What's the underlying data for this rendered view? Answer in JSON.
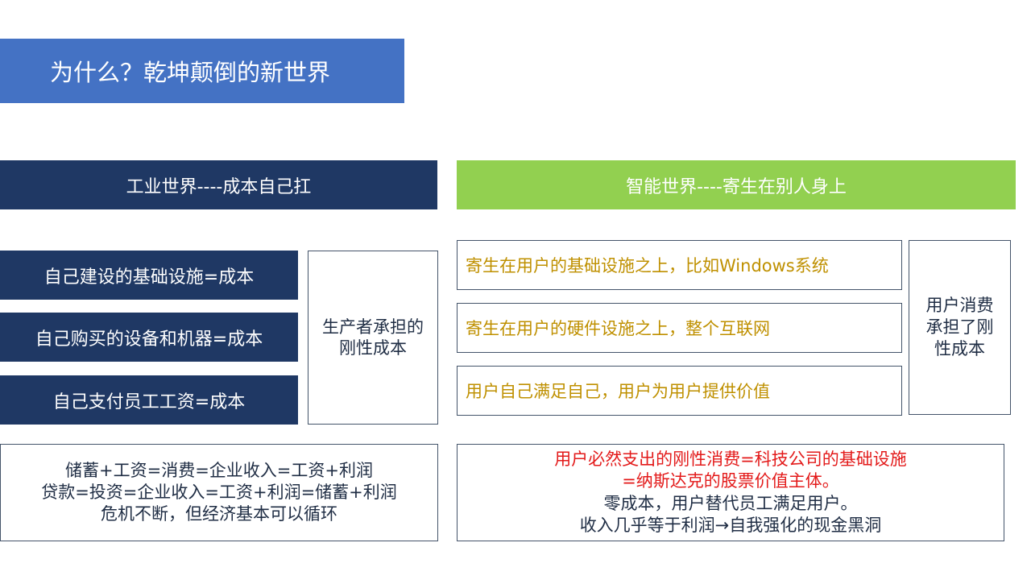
{
  "title": "为什么？乾坤颠倒的新世界",
  "colors": {
    "title_bg": "#4472c4",
    "industrial_bg": "#1f3864",
    "intelligent_bg": "#92d050",
    "gold_text": "#bf9000",
    "red_text": "#e31a1a",
    "border": "#44546a"
  },
  "industrial": {
    "header": "工业世界----成本自己扛",
    "rows": [
      "自己建设的基础设施=成本",
      "自己购买的设备和机器=成本",
      "自己支付员工工资=成本"
    ],
    "side_label": "生产者承担的刚性成本",
    "summary_lines": [
      "储蓄+工资=消费=企业收入=工资+利润",
      "贷款=投资=企业收入=工资+利润=储蓄+利润",
      "危机不断，但经济基本可以循环"
    ]
  },
  "intelligent": {
    "header": "智能世界----寄生在别人身上",
    "rows": [
      "寄生在用户的基础设施之上，比如Windows系统",
      "寄生在用户的硬件设施之上，整个互联网",
      "用户自己满足自己，用户为用户提供价值"
    ],
    "side_label": "用户消费承担了刚性成本",
    "summary_red_lines": [
      "用户必然支出的刚性消费=科技公司的基础设施",
      "=纳斯达克的股票价值主体。"
    ],
    "summary_lines": [
      "零成本，用户替代员工满足用户。",
      "收入几乎等于利润→自我强化的现金黑洞"
    ]
  }
}
